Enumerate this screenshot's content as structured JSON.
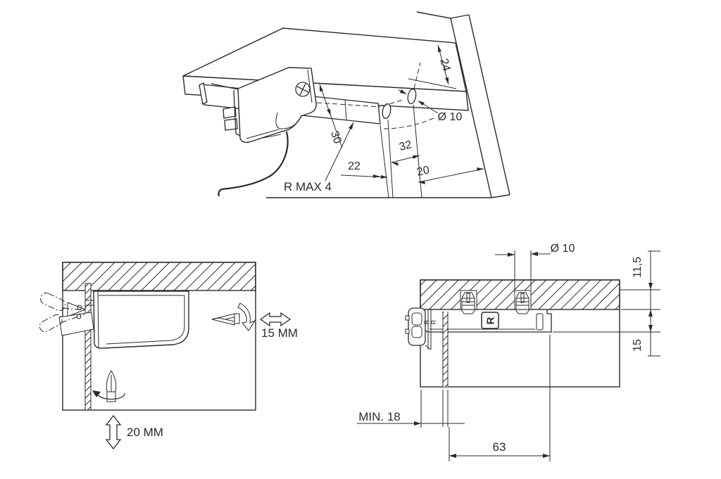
{
  "document": {
    "type": "technical-installation-drawing",
    "background": "#ffffff",
    "line_color": "#2a2a2a"
  },
  "views": {
    "perspective": {
      "labels": {
        "d24": "24",
        "dia10": "Ø 10",
        "d30": "30",
        "d22": "22",
        "d32": "32",
        "d20": "20",
        "r_max": "R MAX 4"
      }
    },
    "adjustment": {
      "labels": {
        "horizontal": "15 MM",
        "vertical": "20 MM"
      }
    },
    "section": {
      "labels": {
        "dia10": "Ø 10",
        "drill_depth": "11,5",
        "fitting_height": "15",
        "min_thickness": "MIN. 18",
        "hole_spacing": "63",
        "logo": "R"
      }
    }
  }
}
